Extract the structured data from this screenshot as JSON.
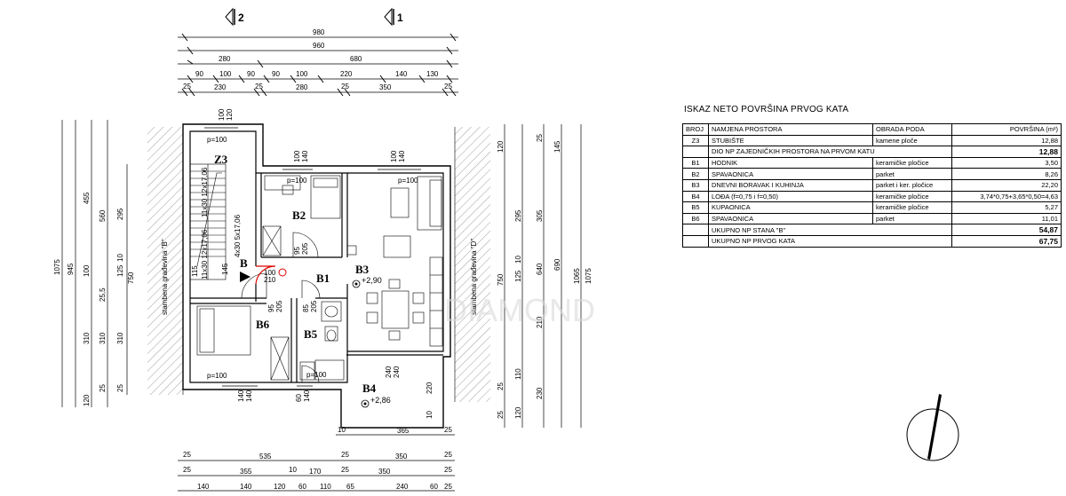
{
  "sections": {
    "s1": "1",
    "s2": "2"
  },
  "dims_top": {
    "total_outer": "980",
    "total_inner": "960",
    "row3": [
      "280",
      "680"
    ],
    "row4": [
      "90",
      "100",
      "90",
      "90",
      "100",
      "220",
      "140",
      "130"
    ],
    "row5": [
      "25",
      "230",
      "25",
      "280",
      "25",
      "350",
      "25"
    ],
    "above_z3": [
      "100",
      "120"
    ],
    "above_b2": [
      "100",
      "140"
    ],
    "above_b3": [
      "100",
      "140"
    ]
  },
  "dims_bottom": {
    "row1": [
      "10",
      "365",
      "25"
    ],
    "row2": [
      "25",
      "535",
      "25",
      "350",
      "25"
    ],
    "row3": [
      "25",
      "355",
      "10",
      "170",
      "25",
      "350",
      "25"
    ],
    "row4": [
      "140",
      "140",
      "120",
      "60",
      "110",
      "65",
      "240",
      "60",
      "25"
    ]
  },
  "dims_left": {
    "outer": "1075",
    "mid": "945",
    "inner_a": [
      "455",
      "100",
      "310",
      "120"
    ],
    "inner_b": [
      "560",
      "25,5",
      "310",
      "25"
    ],
    "inner_c": [
      "295",
      "10",
      "125",
      "750",
      "310",
      "25"
    ],
    "stair": [
      "11x30 12x17,06",
      "11x30 12x17,06",
      "4x30 5x17,06"
    ]
  },
  "dims_right": {
    "outer": "1075",
    "mid": "1065",
    "c1": [
      "120",
      "145",
      "295",
      "10",
      "125",
      "750",
      "110",
      "25",
      "120",
      "25"
    ],
    "c2": [
      "25",
      "305",
      "640",
      "210",
      "230"
    ],
    "c3": [
      "690"
    ]
  },
  "rooms": {
    "z3": "Z3",
    "b": "B",
    "b1": "B1",
    "b2": "B2",
    "b3": "B3",
    "b4": "B4",
    "b5": "B5",
    "b6": "B6"
  },
  "levels": {
    "l1": "+2,90",
    "l2": "+2,86"
  },
  "small_dims": {
    "p100_a": "p=100",
    "p100_b": "p=100",
    "p100_c": "p=100",
    "p100_d": "p=100",
    "p100_e": "p=100",
    "d100_210_a": "100",
    "d100_210_b": "210",
    "d95_205_a": [
      "95",
      "205"
    ],
    "d95_205_b": [
      "95",
      "205"
    ],
    "d85_205": [
      "85",
      "205"
    ],
    "d60_140": [
      "60",
      "140"
    ],
    "d140_140": [
      "140",
      "140"
    ],
    "d240_240": [
      "240",
      "240"
    ],
    "d115": "115",
    "d145": "145",
    "d220": "220",
    "d10": "10"
  },
  "side_labels": {
    "left": "stambena građevina \"B\"",
    "right": "stambena građevina \"D\""
  },
  "area_table": {
    "title": "ISKAZ NETO POVRŠINA PRVOG KATA",
    "headers": [
      "BROJ",
      "NAMJENA PROSTORA",
      "OBRADA PODA",
      "POVRŠINA (m²)"
    ],
    "rows": [
      {
        "code": "Z3",
        "name": "STUBIŠTE",
        "floor": "kamene ploče",
        "area": "12,88"
      },
      {
        "code": "",
        "name": "DIO NP ZAJEDNIČKIH PROSTORA NA PRVOM KATU",
        "floor": "",
        "area": "12,88"
      },
      {
        "code": "B1",
        "name": "HODNIK",
        "floor": "keramičke pločice",
        "area": "3,50"
      },
      {
        "code": "B2",
        "name": "SPAVAONICA",
        "floor": "parket",
        "area": "8,26"
      },
      {
        "code": "B3",
        "name": "DNEVNI BORAVAK I KUHINJA",
        "floor": "parket i ker. pločice",
        "area": "22,20"
      },
      {
        "code": "B4",
        "name": "LOĐA (f=0,75 i f=0,50)",
        "floor": "keramičke pločice",
        "area": "3,74*0,75+3,65*0,50=4,63"
      },
      {
        "code": "B5",
        "name": "KUPAONICA",
        "floor": "keramičke pločice",
        "area": "5,27"
      },
      {
        "code": "B6",
        "name": "SPAVAONICA",
        "floor": "parket",
        "area": "11,01"
      },
      {
        "code": "",
        "name": "UKUPNO NP STANA \"B\"",
        "floor": "",
        "area": "54,87"
      },
      {
        "code": "",
        "name": "UKUPNO NP PRVOG KATA",
        "floor": "",
        "area": "67,75"
      }
    ]
  },
  "watermark": "DIAMOND"
}
